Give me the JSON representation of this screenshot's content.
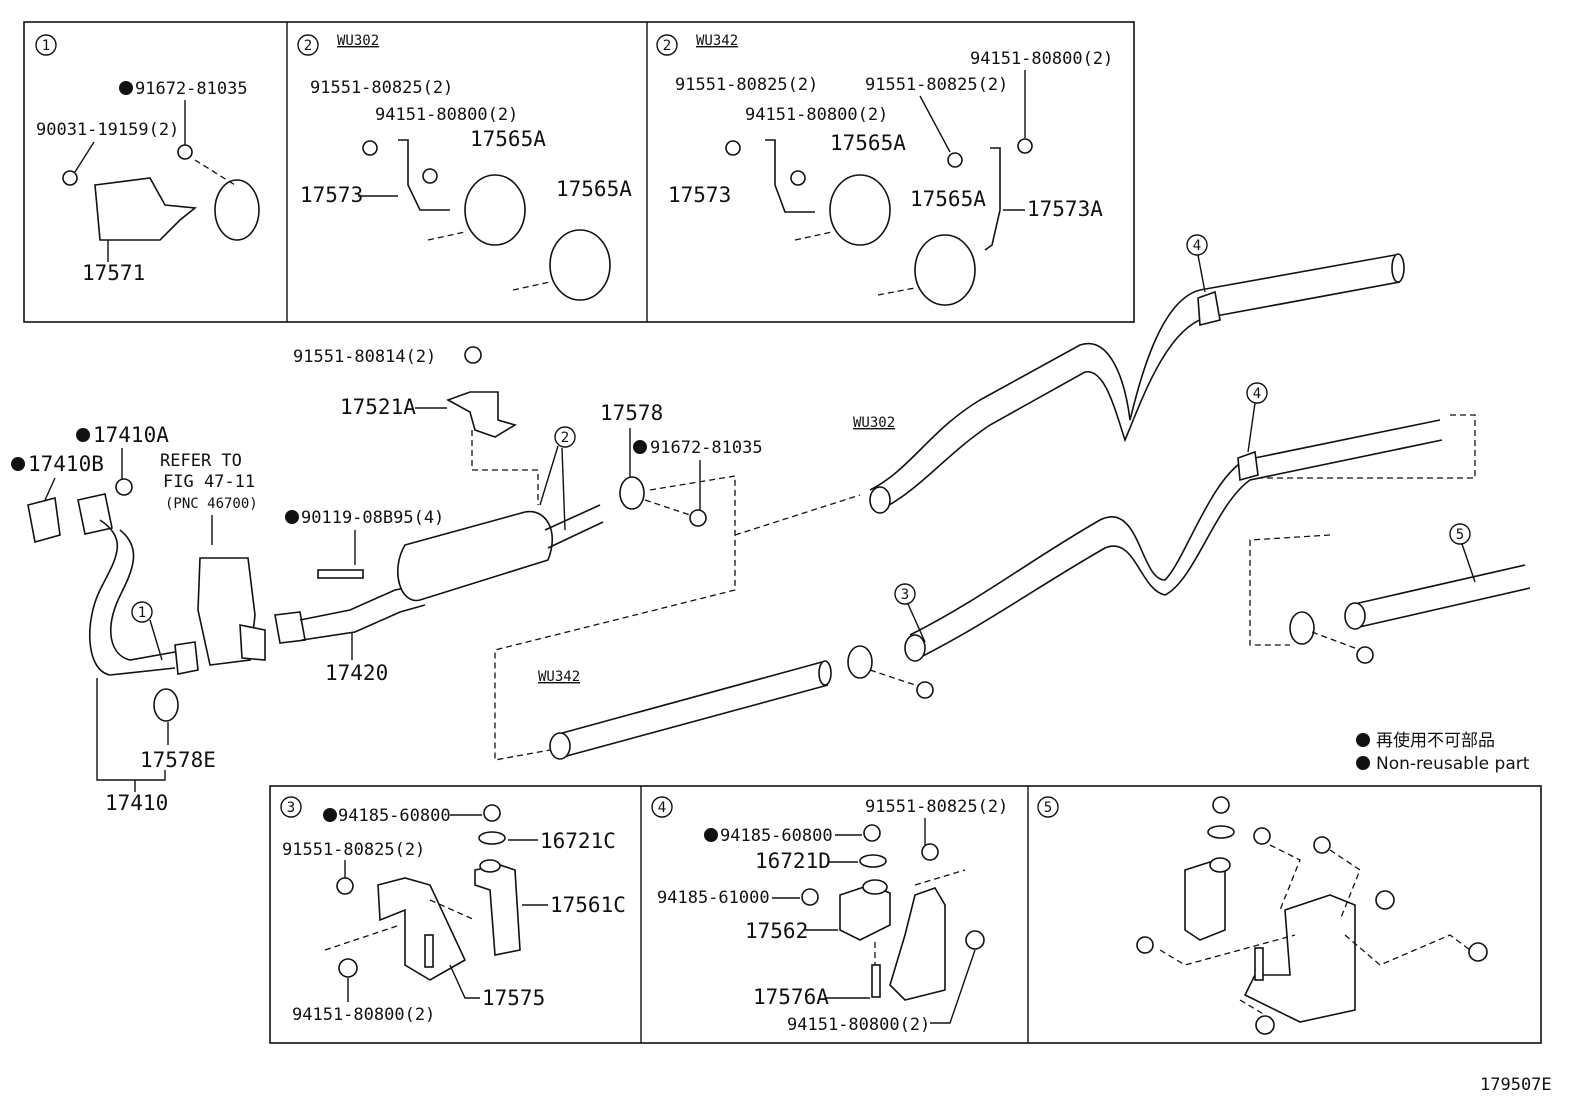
{
  "diagram_id": "179507E",
  "legend": {
    "ja": "再使用不可部品",
    "en": "Non-reusable part"
  },
  "callout_numbers": [
    "1",
    "2",
    "3",
    "4",
    "5"
  ],
  "variants": {
    "a": "WU302",
    "b": "WU342"
  },
  "refer": {
    "line1": "REFER TO",
    "line2": "FIG 47-11",
    "line3": "(PNC 46700)"
  },
  "detail_1": {
    "p1": "91672-81035",
    "p2": "90031-19159(2)",
    "p3": "17571"
  },
  "detail_2a": {
    "p1": "91551-80825(2)",
    "p2": "94151-80800(2)",
    "p3": "17565A",
    "p4": "17573",
    "p5": "17565A"
  },
  "detail_2b": {
    "p1": "91551-80825(2)",
    "p2": "94151-80800(2)",
    "p3": "17565A",
    "p4": "17573",
    "p5": "91551-80825(2)",
    "p6": "94151-80800(2)",
    "p7": "17565A",
    "p8": "17573A"
  },
  "main": {
    "p_17410A": "17410A",
    "p_17410B": "17410B",
    "p_17410": "17410",
    "p_17578E": "17578E",
    "p_90119": "90119-08B95(4)",
    "p_17420": "17420",
    "p_91551_814": "91551-80814(2)",
    "p_17521A": "17521A",
    "p_17578": "17578",
    "p_91672": "91672-81035"
  },
  "detail_3": {
    "p1": "94185-60800",
    "p2": "16721C",
    "p3": "91551-80825(2)",
    "p4": "17561C",
    "p5": "17575",
    "p6": "94151-80800(2)"
  },
  "detail_4": {
    "p1": "91551-80825(2)",
    "p2": "94185-60800",
    "p3": "16721D",
    "p4": "94185-61000",
    "p5": "17562",
    "p6": "17576A",
    "p7": "94151-80800(2)"
  }
}
